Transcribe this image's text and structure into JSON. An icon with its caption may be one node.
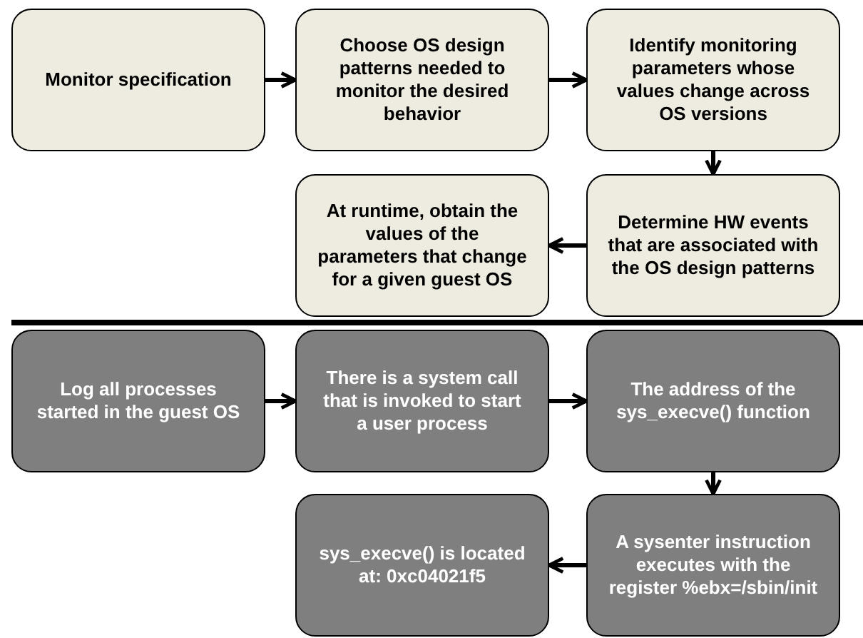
{
  "diagram": {
    "nodes": [
      {
        "text": [
          "Monitor specification"
        ]
      },
      {
        "text": [
          "Choose OS design patterns needed to monitor the desired behavior"
        ]
      },
      {
        "text": [
          "Identify monitoring parameters whose values change across OS versions"
        ]
      },
      {
        "text": [
          "At runtime, obtain the values of the parameters that change for a given guest OS"
        ]
      },
      {
        "text": [
          "Determine HW events that are associated with the OS design patterns"
        ]
      },
      {
        "text": [
          "Log all processes started in the guest OS"
        ]
      },
      {
        "text": [
          "There is a system call that is invoked to start a user process"
        ]
      },
      {
        "text": [
          "The address of the sys_execve() function"
        ]
      },
      {
        "text": [
          "sys_execve() is located at: 0xc04021f5"
        ]
      },
      {
        "text": [
          "A sysenter instruction executes with the register %ebx=/sbin/init"
        ]
      }
    ],
    "edges": [
      {
        "from": 0,
        "to": 1,
        "arrow": "to"
      },
      {
        "from": 1,
        "to": 2,
        "arrow": "to"
      },
      {
        "from": 2,
        "to": 4,
        "arrow": "to"
      },
      {
        "from": 4,
        "to": 3,
        "arrow": "to"
      },
      {
        "from": 5,
        "to": 6,
        "arrow": "to"
      },
      {
        "from": 6,
        "to": 7,
        "arrow": "to"
      },
      {
        "from": 7,
        "to": 9,
        "arrow": "to"
      },
      {
        "from": 9,
        "to": 8,
        "arrow": "to"
      }
    ]
  }
}
